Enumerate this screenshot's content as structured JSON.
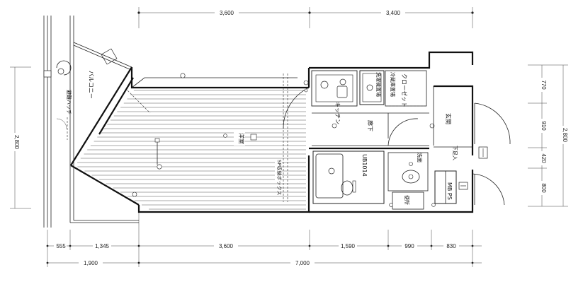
{
  "dims_top": [
    "3,600",
    "3,400"
  ],
  "dims_bottom_row1": [
    "555",
    "1,345",
    "3,600",
    "1,590",
    "990",
    "830"
  ],
  "dims_bottom_row2": [
    "1,900",
    "7,000"
  ],
  "dims_left": [
    "2,800"
  ],
  "dims_right_segments": [
    "770",
    "910",
    "420",
    "800"
  ],
  "dims_right_total": [
    "2,800"
  ],
  "rooms": {
    "balcony": "バルコニー",
    "evac_hatch": "避難ハッチ",
    "western_room": "洋室",
    "kitchen": "キッチン",
    "fridge_space": "冷蔵庫置場",
    "washer_space": "洗濯機置場",
    "closet": "クローゼット",
    "corridor": "廊下",
    "entrance": "玄関",
    "shoe_box": "下足入",
    "unit_bath": "UB1014",
    "washroom": "洗面",
    "toilet": "便所",
    "mb_ps": "MB PS",
    "storage_note": "SP収納ボックス"
  }
}
